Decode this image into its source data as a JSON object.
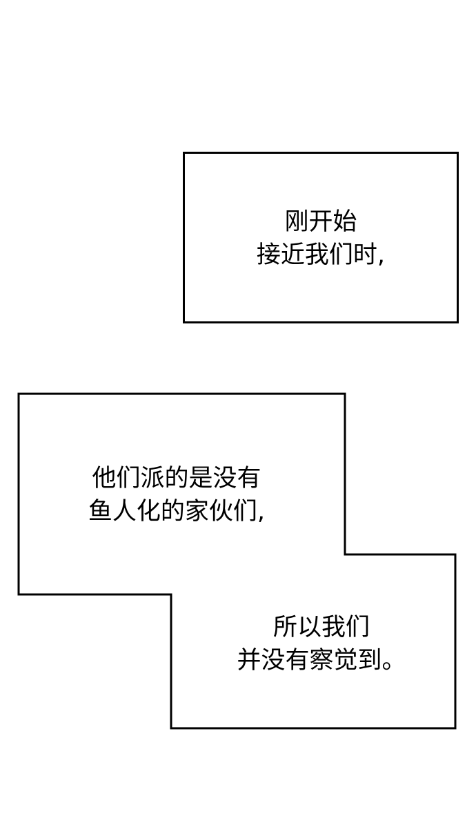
{
  "caption_1": {
    "lines": [
      "刚开始",
      "接近我们时,"
    ]
  },
  "caption_2": {
    "lines": [
      "他们派的是没有",
      "鱼人化的家伙们,"
    ]
  },
  "caption_3": {
    "lines": [
      "所以我们",
      "并没有察觉到。"
    ]
  },
  "colors": {
    "background": "#ffffff",
    "border": "#000000",
    "text": "#000000"
  }
}
